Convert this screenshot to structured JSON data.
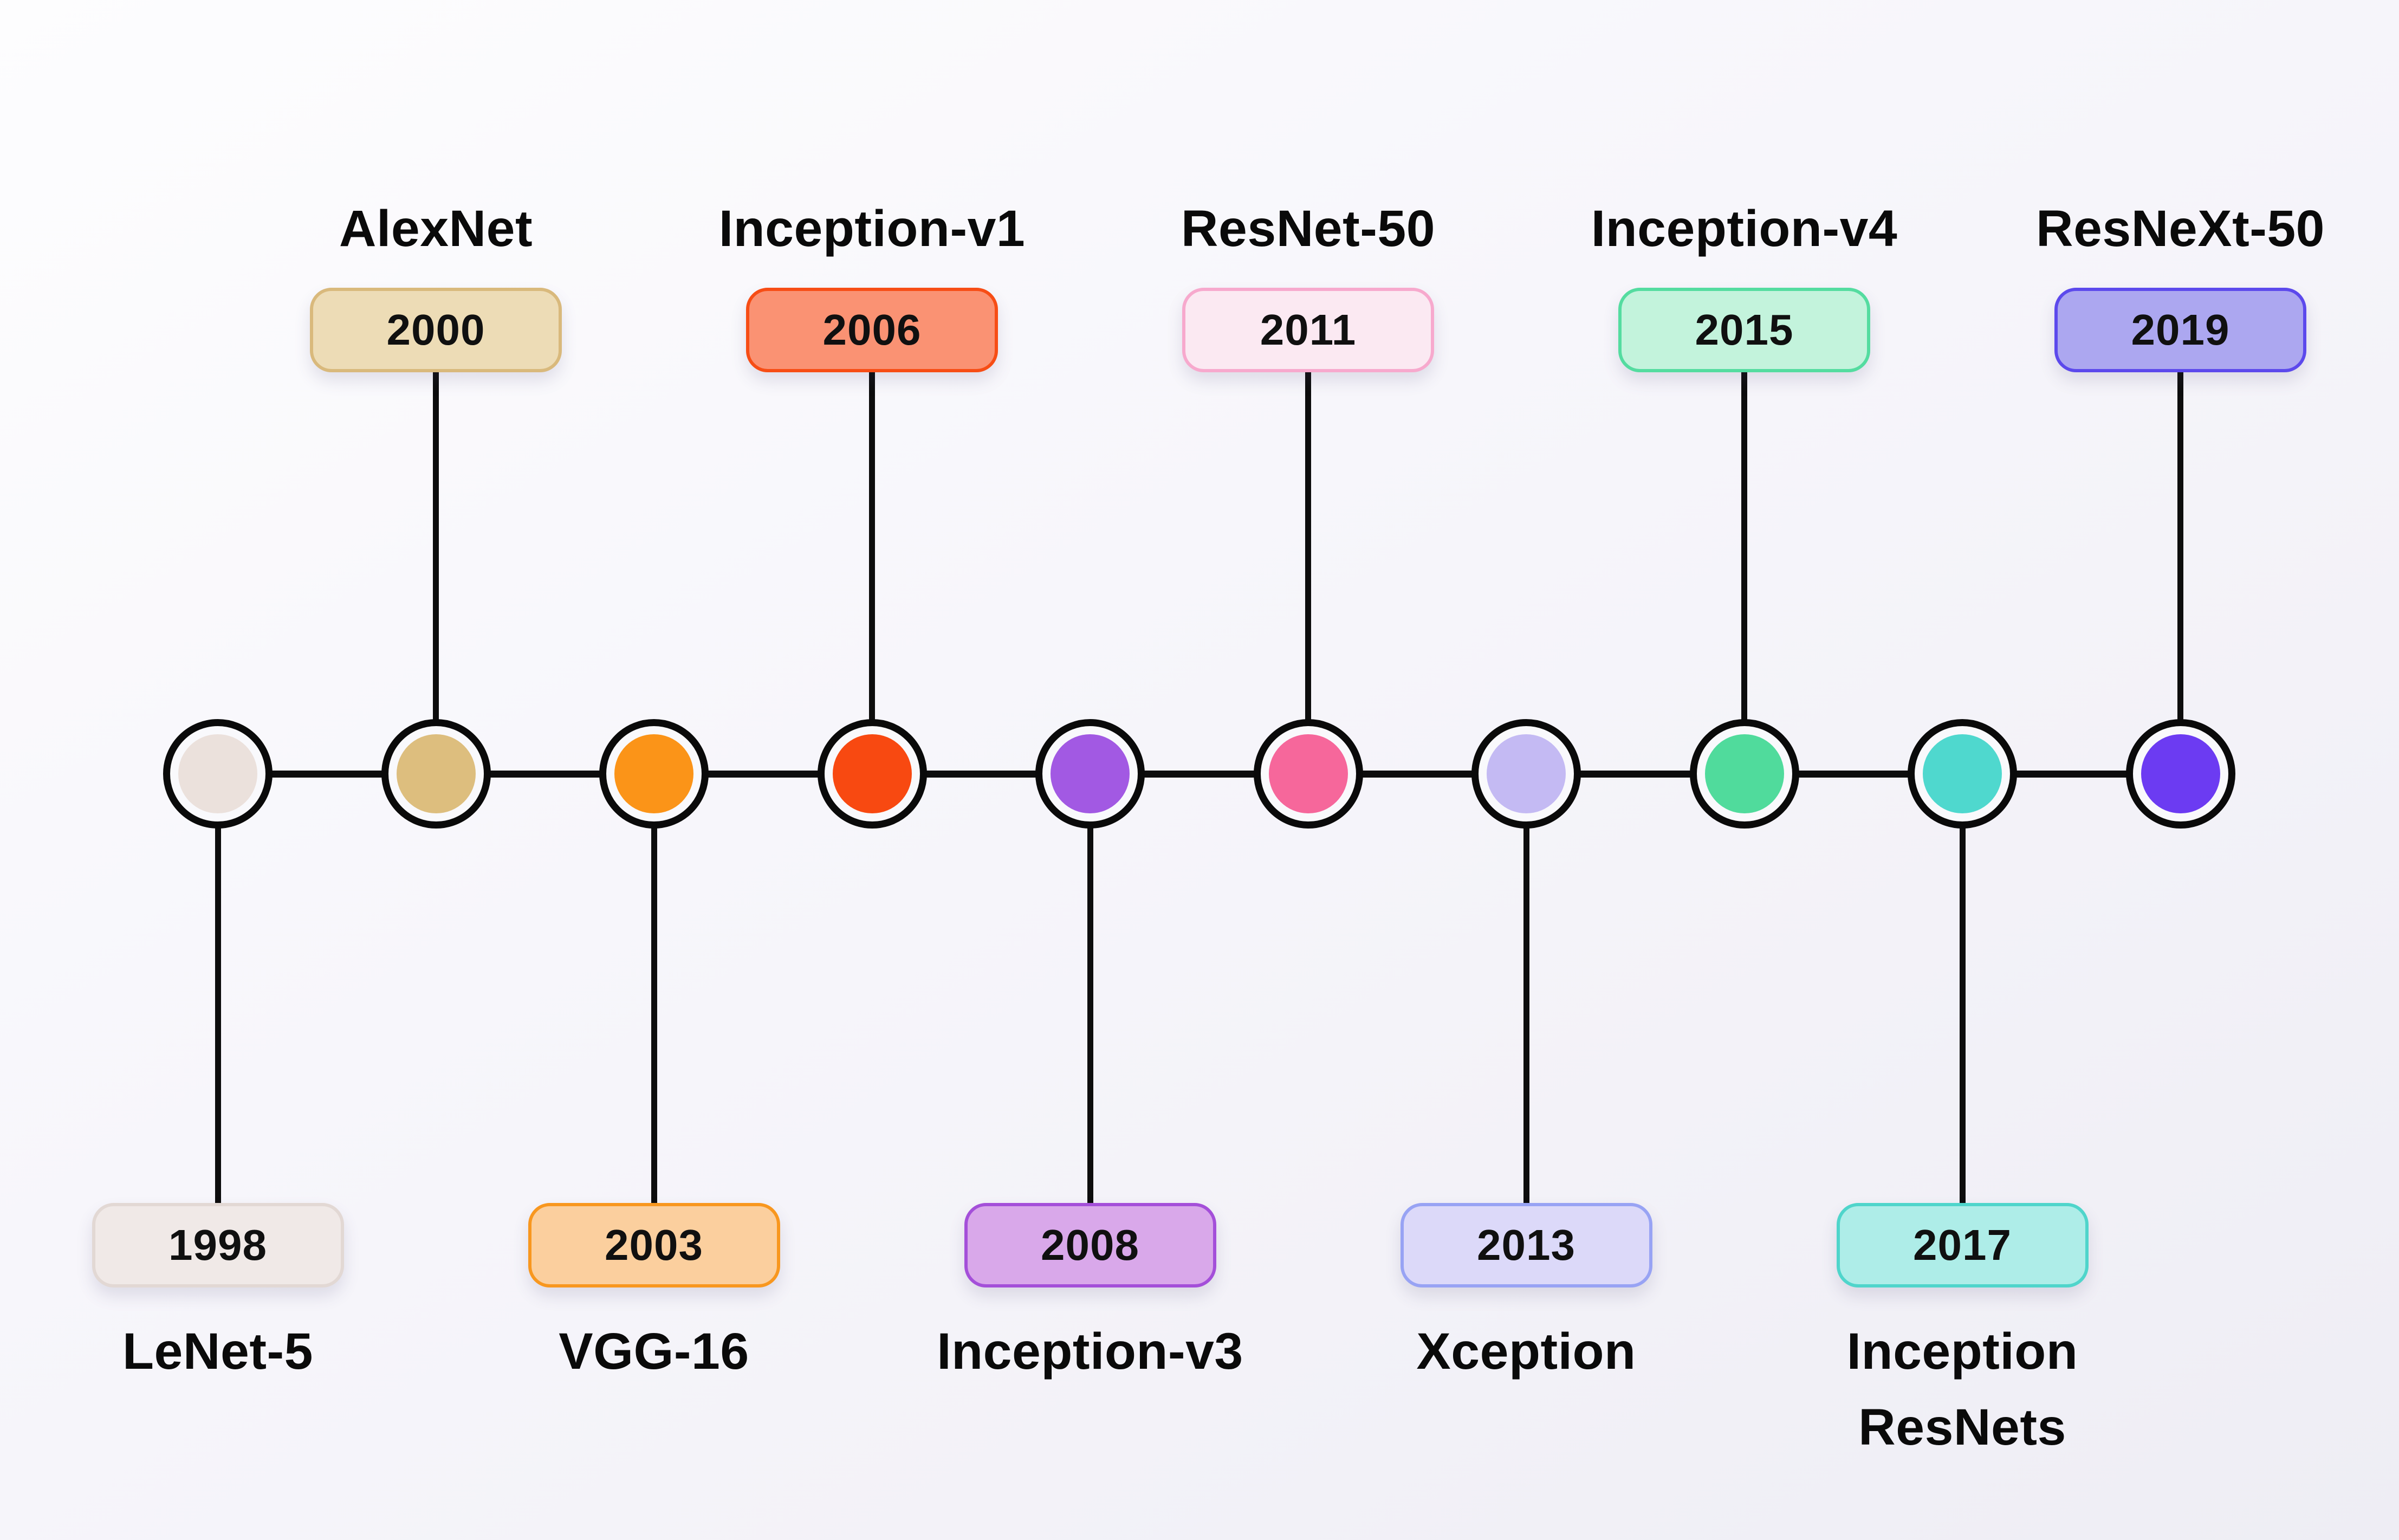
{
  "background": {
    "from": "#fdfdfe",
    "mid": "#f6f5fa",
    "to": "#eeedf4"
  },
  "timeline": {
    "type": "horizontal-alternating",
    "line_color": "#0d0d0d",
    "node_ring_color": "#0a0a0a",
    "node_fill": "#f9f9fc",
    "items": [
      {
        "name": "LeNet-5",
        "year": "1998",
        "position": "below",
        "dot_color": "#ebe1dc",
        "badge_bg": "#f0e9e7",
        "badge_border": "#e2d8d4"
      },
      {
        "name": "AlexNet",
        "year": "2000",
        "position": "above",
        "dot_color": "#ddbe7e",
        "badge_bg": "#eddcb6",
        "badge_border": "#d9b97c"
      },
      {
        "name": "VGG-16",
        "year": "2003",
        "position": "below",
        "dot_color": "#fb9418",
        "badge_bg": "#fbcf9e",
        "badge_border": "#f8971f"
      },
      {
        "name": "Inception-v1",
        "year": "2006",
        "position": "above",
        "dot_color": "#f84911",
        "badge_bg": "#fa9273",
        "badge_border": "#f74d15"
      },
      {
        "name": "Inception-v3",
        "year": "2008",
        "position": "below",
        "dot_color": "#a259e3",
        "badge_bg": "#d9a8ea",
        "badge_border": "#a44fd9"
      },
      {
        "name": "ResNet-50",
        "year": "2011",
        "position": "above",
        "dot_color": "#f6679b",
        "badge_bg": "#fbe9f2",
        "badge_border": "#f7a9cd"
      },
      {
        "name": "Xception",
        "year": "2013",
        "position": "below",
        "dot_color": "#c4baf3",
        "badge_bg": "#dcd9f9",
        "badge_border": "#98a3f4"
      },
      {
        "name": "Inception-v4",
        "year": "2015",
        "position": "above",
        "dot_color": "#50db9c",
        "badge_bg": "#c3f3dc",
        "badge_border": "#54dca0"
      },
      {
        "name": "Inception\nResNets",
        "year": "2017",
        "position": "below",
        "dot_color": "#4fd8ce",
        "badge_bg": "#aeede8",
        "badge_border": "#4fd5cb"
      },
      {
        "name": "ResNeXt-50",
        "year": "2019",
        "position": "above",
        "dot_color": "#6c3bf2",
        "badge_bg": "#aca7f0",
        "badge_border": "#5c49ec"
      }
    ]
  }
}
